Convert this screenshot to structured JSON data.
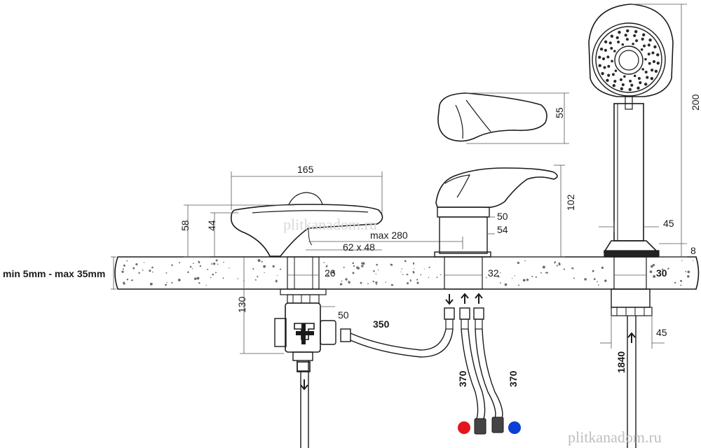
{
  "dimensions": {
    "width_165": "165",
    "height_58": "58",
    "height_44": "44",
    "max_280": "max 280",
    "hole_62x48": "62 x 48",
    "hole_26": "26",
    "spout_55": "55",
    "spout_102": "102",
    "lever_50": "50",
    "lever_54": "54",
    "stem_32": "32",
    "shower_200": "200",
    "shower_45_top": "45",
    "shower_8": "8",
    "shower_30": "30",
    "shower_45_bottom": "45",
    "counter_thickness": "min 5mm - max 35mm",
    "depth_130": "130",
    "valve_50": "50",
    "hose_350": "350",
    "hose_370_left": "370",
    "hose_370_right": "370",
    "hose_1840": "1840"
  },
  "watermark": "plitkanadom.ru",
  "colors": {
    "hot": "#e3161b",
    "cold": "#0b3fd6",
    "line": "#1a1a1a",
    "speckle": "#6b6b6b"
  }
}
